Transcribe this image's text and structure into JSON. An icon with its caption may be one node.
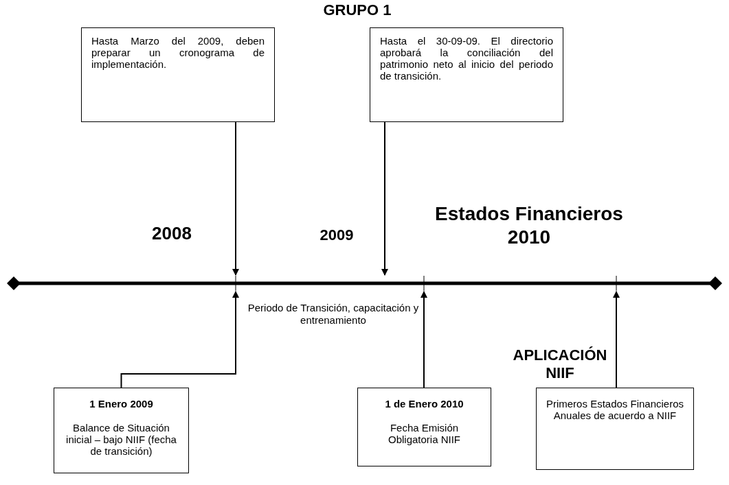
{
  "diagram": {
    "title": "GRUPO 1",
    "nodes": [
      {
        "text": [
          "Hasta Marzo del 2009, deben preparar un cronograma de implementación."
        ]
      },
      {
        "text": [
          "Hasta el 30-09-09. El directorio aprobará la conciliación del patrimonio neto al inicio del periodo de transición."
        ]
      },
      {
        "text": [],
        "shape": "bar"
      },
      {
        "text": [
          "1 Enero 2009",
          "Balance de Situación inicial – bajo NIIF (fecha de transición)"
        ]
      },
      {
        "text": [
          "1 de Enero 2010",
          "Fecha Emisión Obligatoria NIIF"
        ]
      },
      {
        "text": [
          "Primeros Estados Financieros Anuales de acuerdo a NIIF"
        ]
      }
    ],
    "edges": [
      {
        "from": 0,
        "to": 2,
        "arrow": "to"
      },
      {
        "from": 1,
        "to": 2,
        "arrow": "to"
      },
      {
        "from": 3,
        "to": 2,
        "arrow": "to"
      },
      {
        "from": 4,
        "to": 2,
        "arrow": "to"
      },
      {
        "from": 5,
        "to": 2,
        "arrow": "to"
      }
    ],
    "labels": [
      "2008",
      "2009",
      "Estados Financieros 2010",
      "Periodo de Transición, capacitación y entrenamiento",
      "APLICACIÓN NIIF"
    ]
  }
}
